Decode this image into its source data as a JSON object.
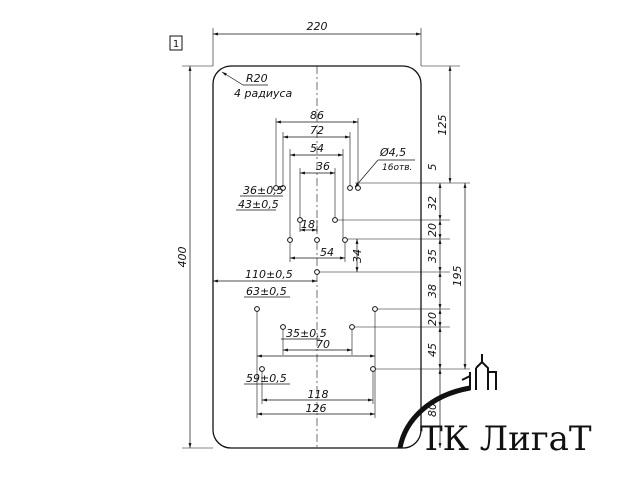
{
  "drawing": {
    "sheet_number": "1",
    "radius_note": "R20",
    "radius_note_2": "4 радиуса",
    "hole_note": "Ø4,5",
    "hole_count": "16отв.",
    "dims": {
      "width": "220",
      "height": "400",
      "top_right": "125",
      "d86": "86",
      "d72": "72",
      "d54a": "54",
      "d36": "36",
      "d36tol": "36±0,5",
      "d43tol": "43±0,5",
      "d18": "18",
      "d54b": "54",
      "d34": "34",
      "d110tol": "110±0,5",
      "d63tol": "63±0,5",
      "d35tol": "35±0,5",
      "d70": "70",
      "d59tol": "59±0,5",
      "d118": "118",
      "d126": "126",
      "r5": "5",
      "r32": "32",
      "r20a": "20",
      "r35": "35",
      "r38": "38",
      "r20b": "20",
      "r45": "45",
      "r195": "195",
      "r80": "80"
    }
  },
  "logo": {
    "text": "ТК ЛигаТ"
  }
}
